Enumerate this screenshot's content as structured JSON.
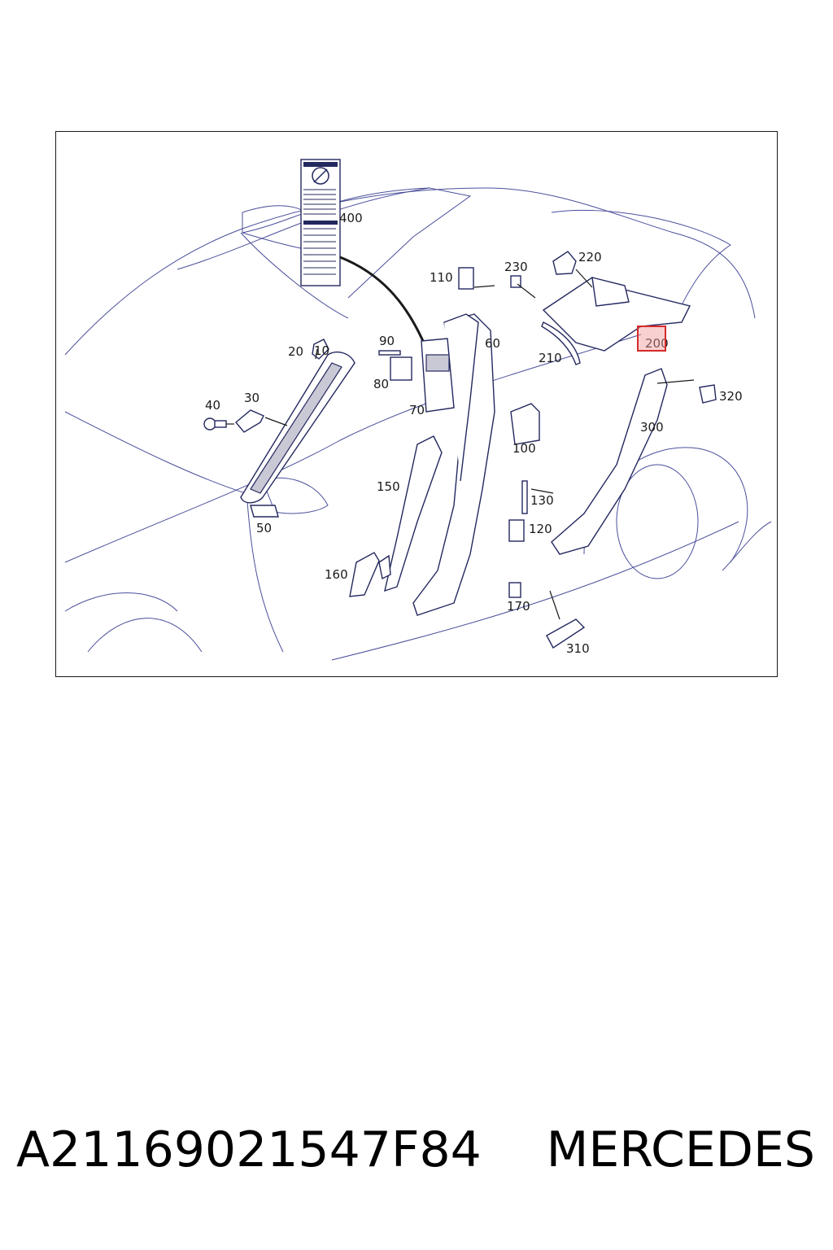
{
  "diagram": {
    "callouts": {
      "c10": "10",
      "c20": "20",
      "c30": "30",
      "c40": "40",
      "c50": "50",
      "c60": "60",
      "c70": "70",
      "c80": "80",
      "c90": "90",
      "c100": "100",
      "c110": "110",
      "c120": "120",
      "c130": "130",
      "c150": "150",
      "c160": "160",
      "c170": "170",
      "c200": "200",
      "c210": "210",
      "c220": "220",
      "c230": "230",
      "c300": "300",
      "c310": "310",
      "c320": "320",
      "c400": "400"
    },
    "highlighted_part": "200",
    "highlight_color": "#d62a2a",
    "line_color": "#23285e"
  },
  "footer": {
    "part_number": "A21169021547F84",
    "brand": "MERCEDES"
  }
}
